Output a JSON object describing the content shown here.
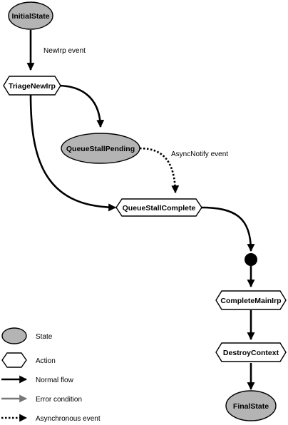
{
  "nodes": {
    "initial_state": "InitialState",
    "triage_new_irp": "TriageNewIrp",
    "queue_stall_pending": "QueueStallPending",
    "queue_stall_complete": "QueueStallComplete",
    "complete_main_irp": "CompleteMainIrp",
    "destroy_context": "DestroyContext",
    "final_state": "FinalState"
  },
  "edges": {
    "new_irp_event": "NewIrp event",
    "async_notify_event": "AsyncNotify event"
  },
  "legend": {
    "state": "State",
    "action": "Action",
    "normal_flow": "Normal flow",
    "error_condition": "Error condition",
    "asynchronous_event": "Asynchronous event"
  },
  "colors": {
    "state_fill": "#b4b4b4",
    "action_fill": "#ffffff",
    "normal_flow": "#000000",
    "error_condition": "#777777",
    "asynchronous_event": "#000000"
  }
}
